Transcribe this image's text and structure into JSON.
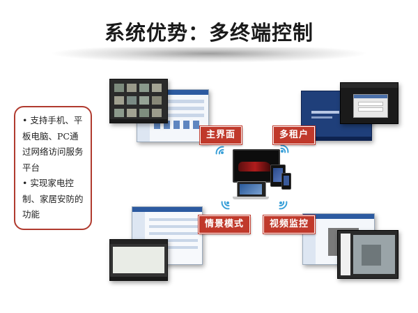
{
  "slide": {
    "title": "系统优势：多终端控制"
  },
  "bullets": [
    "• 支持手机、平板电脑、PC通过网络访问服务平台",
    "• 实现家电控制、家居安防的功能"
  ],
  "labels": {
    "main": "主界面",
    "tenant": "多租户",
    "scene": "情景模式",
    "video": "视频监控"
  },
  "colors": {
    "accent": "#c0392b",
    "box_border": "#b03a2e"
  }
}
